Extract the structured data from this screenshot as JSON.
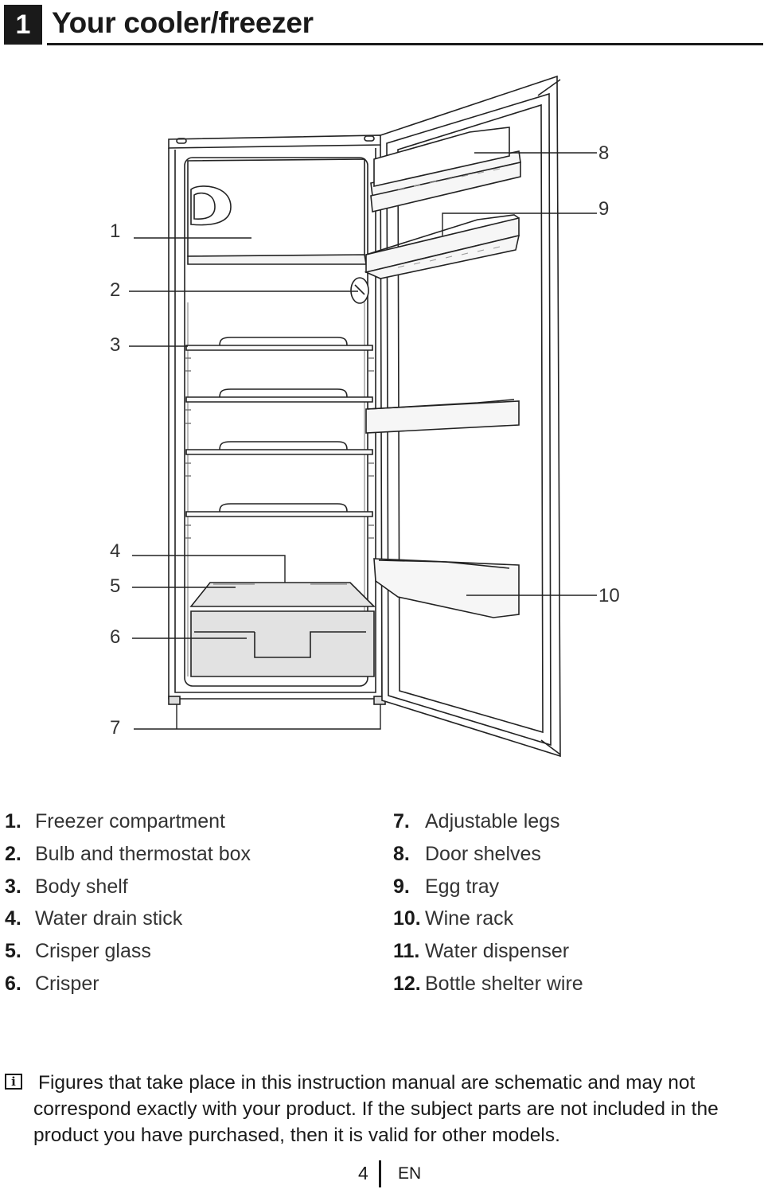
{
  "header": {
    "section_number": "1",
    "title": "Your cooler/freezer"
  },
  "diagram": {
    "callouts": {
      "c1": "1",
      "c2": "2",
      "c3": "3",
      "c4": "4",
      "c5": "5",
      "c6": "6",
      "c7": "7",
      "c8": "8",
      "c9": "9",
      "c10": "10"
    }
  },
  "legend": {
    "left": [
      {
        "num": "1.",
        "label": "Freezer compartment"
      },
      {
        "num": "2.",
        "label": "Bulb and thermostat box"
      },
      {
        "num": "3.",
        "label": "Body shelf"
      },
      {
        "num": "4.",
        "label": "Water drain stick"
      },
      {
        "num": "5.",
        "label": "Crisper glass"
      },
      {
        "num": "6.",
        "label": "Crisper"
      }
    ],
    "right": [
      {
        "num": "7.",
        "label": "Adjustable legs"
      },
      {
        "num": "8.",
        "label": "Door shelves"
      },
      {
        "num": "9.",
        "label": "Egg tray"
      },
      {
        "num": "10.",
        "label": "Wine rack"
      },
      {
        "num": "11.",
        "label": "Water dispenser"
      },
      {
        "num": "12.",
        "label": "Bottle shelter wire"
      }
    ]
  },
  "note": {
    "icon": "info-icon",
    "text": "Figures that take place in this instruction manual are schematic and may not correspond exactly with your product. If the subject parts are not included in the product you have purchased, then it is valid for other models."
  },
  "footer": {
    "page_number": "4",
    "language": "EN"
  }
}
